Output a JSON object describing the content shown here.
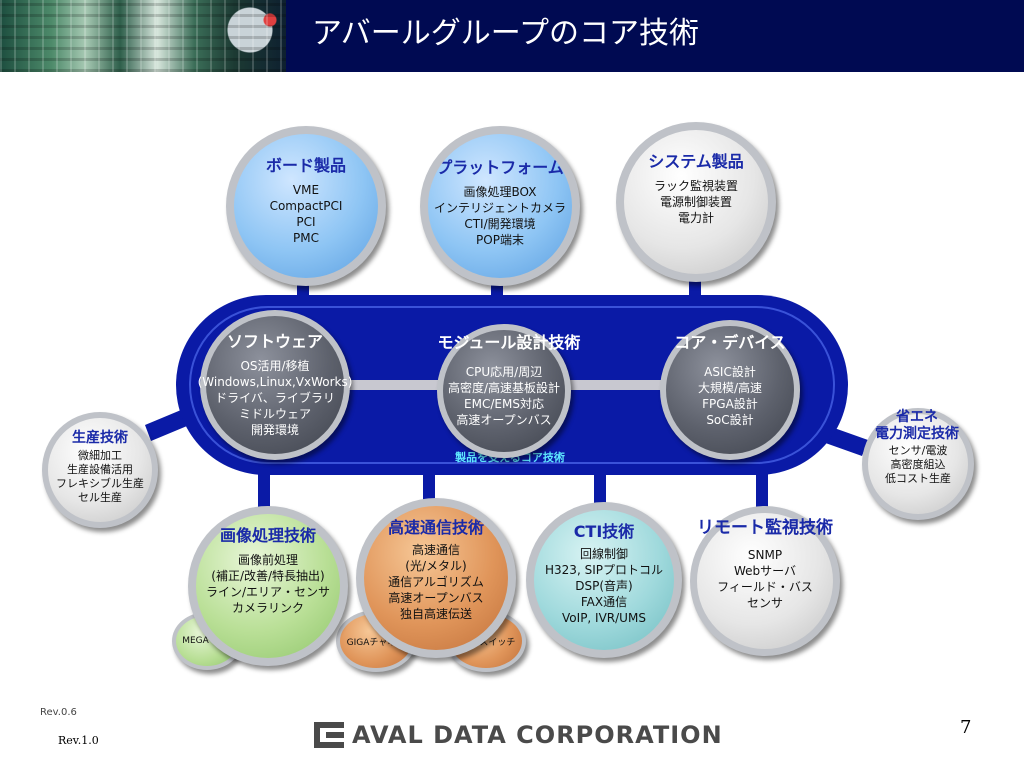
{
  "header": {
    "title": "アバールグループのコア技術"
  },
  "band": {
    "caption": "製品を支えるコア技術"
  },
  "top_circles": [
    {
      "title": "ボード製品",
      "lines": [
        "VME",
        "CompactPCI",
        "PCI",
        "PMC"
      ]
    },
    {
      "title": "プラットフォーム",
      "lines": [
        "画像処理BOX",
        "インテリジェントカメラ",
        "CTI/開発環境",
        "POP端末"
      ]
    },
    {
      "title": "システム製品",
      "lines": [
        "ラック監視装置",
        "電源制御装置",
        "電力計"
      ]
    }
  ],
  "core_circles": [
    {
      "title": "ソフトウェア",
      "lines": [
        "OS活用/移植",
        "(Windows,Linux,VxWorks)",
        "ドライバ、ライブラリ",
        "ミドルウェア",
        "開発環境"
      ]
    },
    {
      "title": "モジュール設計技術",
      "lines": [
        "CPU応用/周辺",
        "高密度/高速基板設計",
        "EMC/EMS対応",
        "高速オープンバス"
      ]
    },
    {
      "title": "コア・デバイス",
      "lines": [
        "ASIC設計",
        "大規模/高速",
        "FPGA設計",
        "SoC設計"
      ]
    }
  ],
  "side_circles": [
    {
      "title": "生産技術",
      "lines": [
        "微細加工",
        "生産設備活用",
        "フレキシブル生産",
        "セル生産"
      ]
    },
    {
      "title": "省エネ\n電力測定技術",
      "lines": [
        "センサ/電波",
        "高密度組込",
        "低コスト生産"
      ]
    }
  ],
  "bottom_circles": [
    {
      "title": "画像処理技術",
      "lines": [
        "画像前処理",
        "(補正/改善/特長抽出)",
        "ライン/エリア・センサ",
        "カメラリンク"
      ]
    },
    {
      "title": "高速通信技術",
      "lines": [
        "高速通信",
        "(光/メタル)",
        "通信アルゴリズム",
        "高速オープンバス",
        "独自高速伝送"
      ]
    },
    {
      "title": "CTI技術",
      "lines": [
        "回線制御",
        "H323, SIPプロトコル",
        "DSP(音声)",
        "FAX通信",
        "VoIP, IVR/UMS"
      ]
    },
    {
      "title": "リモート監視技術",
      "lines": [
        "SNMP",
        "Webサーバ",
        "フィールド・バス",
        "センサ"
      ]
    }
  ],
  "small_bubbles": [
    "MEGA FIFO",
    "GIGAチャネル",
    "GIGAスイッチ"
  ],
  "footer": {
    "rev_small": "Rev.0.6",
    "rev": "Rev.1.0",
    "logo_text": "AVAL DATA CORPORATION",
    "page_number": "7"
  },
  "colors": {
    "header_bg": "#000a52",
    "band": "#0a1aa6",
    "title_text": "#1a2aa8",
    "caption_text": "#5fe8ff"
  }
}
